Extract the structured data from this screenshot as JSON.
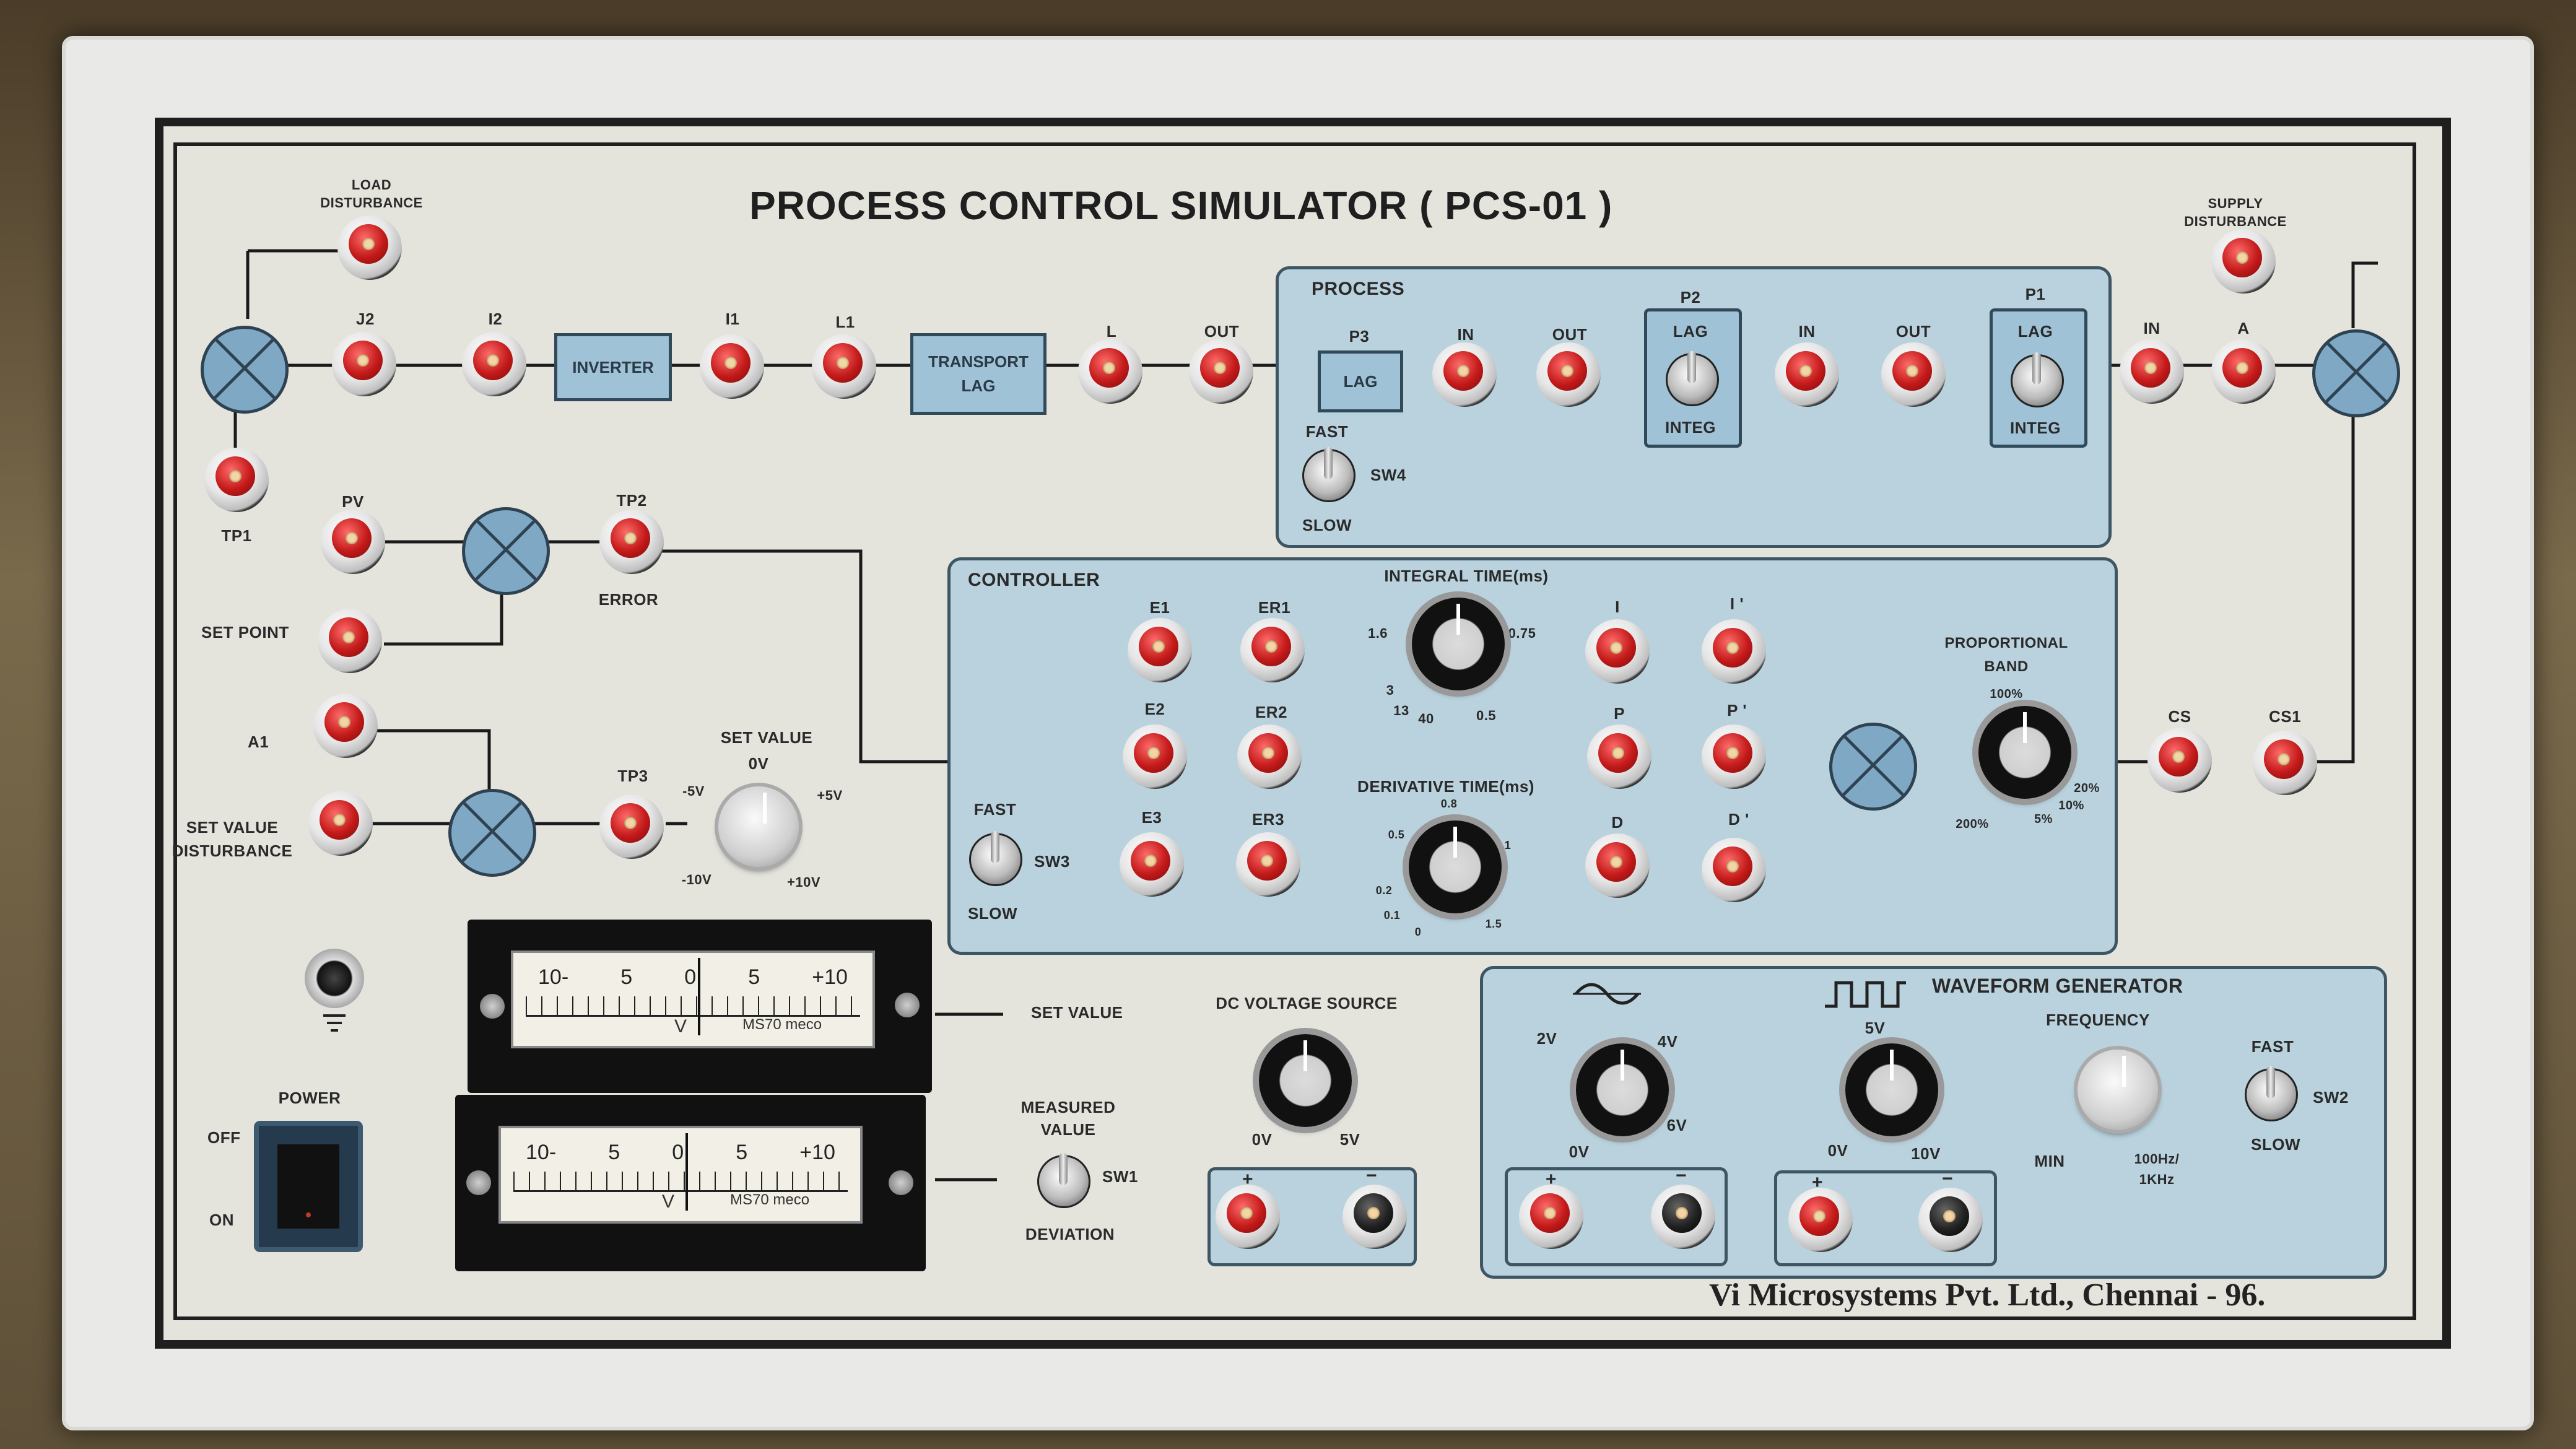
{
  "title": "PROCESS CONTROL SIMULATOR ( PCS-01 )",
  "footer": "Vi Microsystems Pvt. Ltd., Chennai - 96.",
  "labels": {
    "load_disturbance": "LOAD\nDISTURBANCE",
    "supply_disturbance": "SUPPLY\nDISTURBANCE",
    "j2": "J2",
    "i2": "I2",
    "i1": "I1",
    "l1": "L1",
    "l": "L",
    "out1": "OUT",
    "tp1": "TP1",
    "pv": "PV",
    "tp2": "TP2",
    "error": "ERROR",
    "set_point": "SET POINT",
    "a1": "A1",
    "set_value_disturbance": "SET VALUE\nDISTURBANCE",
    "tp3": "TP3",
    "set_value_knob": "SET VALUE",
    "sv_0v": "0V",
    "sv_m5": "-5V",
    "sv_p5": "+5V",
    "sv_m10": "-10V",
    "sv_p10": "+10V",
    "power": "POWER",
    "off": "OFF",
    "on": "ON",
    "set_value_meter": "SET VALUE",
    "measured_value": "MEASURED\nVALUE",
    "deviation": "DEVIATION",
    "sw1": "SW1",
    "dc_voltage_source": "DC VOLTAGE SOURCE",
    "dc_0v": "0V",
    "dc_5v": "5V"
  },
  "blocks": {
    "inverter": "INVERTER",
    "transport_lag": "TRANSPORT\nLAG"
  },
  "process": {
    "title": "PROCESS",
    "p3": "P3",
    "p3_box": "LAG",
    "in1": "IN",
    "out2": "OUT",
    "p2": "P2",
    "p2_lag": "LAG",
    "p2_integ": "INTEG",
    "in2": "IN",
    "out3": "OUT",
    "p1": "P1",
    "p1_lag": "LAG",
    "p1_integ": "INTEG",
    "in3": "IN",
    "a": "A",
    "fast": "FAST",
    "slow": "SLOW",
    "sw4": "SW4"
  },
  "controller": {
    "title": "CONTROLLER",
    "e1": "E1",
    "er1": "ER1",
    "e2": "E2",
    "er2": "ER2",
    "e3": "E3",
    "er3": "ER3",
    "i": "I",
    "i_prime": "I '",
    "p": "P",
    "p_prime": "P '",
    "d": "D",
    "d_prime": "D '",
    "integral_time": "INTEGRAL TIME(ms)",
    "it_1_6": "1.6",
    "it_0_75": "0.75",
    "it_3": "3",
    "it_13": "13",
    "it_40": "40",
    "it_0_5": "0.5",
    "derivative_time": "DERIVATIVE TIME(ms)",
    "dt_0_8": "0.8",
    "dt_0_5": "0.5",
    "dt_1": "1",
    "dt_0_2": "0.2",
    "dt_0_1": "0.1",
    "dt_0": "0",
    "dt_1_5": "1.5",
    "proportional_band": "PROPORTIONAL\nBAND",
    "pb_100": "100%",
    "pb_200": "200%",
    "pb_20": "20%",
    "pb_10": "10%",
    "pb_5": "5%",
    "fast": "FAST",
    "slow": "SLOW",
    "sw3": "SW3",
    "cs": "CS",
    "cs1": "CS1"
  },
  "meters": {
    "scale": [
      "10-",
      "5",
      "0",
      "5",
      "+10"
    ],
    "unit": "V",
    "model": "MS70",
    "brand": "meco"
  },
  "waveform": {
    "title": "WAVEFORM  GENERATOR",
    "amp1_2v": "2V",
    "amp1_4v": "4V",
    "amp1_0v": "0V",
    "amp1_6v": "6V",
    "amp2_5v": "5V",
    "amp2_0v": "0V",
    "amp2_10v": "10V",
    "frequency": "FREQUENCY",
    "min": "MIN",
    "max": "100Hz/\n1KHz",
    "fast": "FAST",
    "slow": "SLOW",
    "sw2": "SW2"
  },
  "polarity": {
    "plus": "+",
    "minus": "−"
  }
}
